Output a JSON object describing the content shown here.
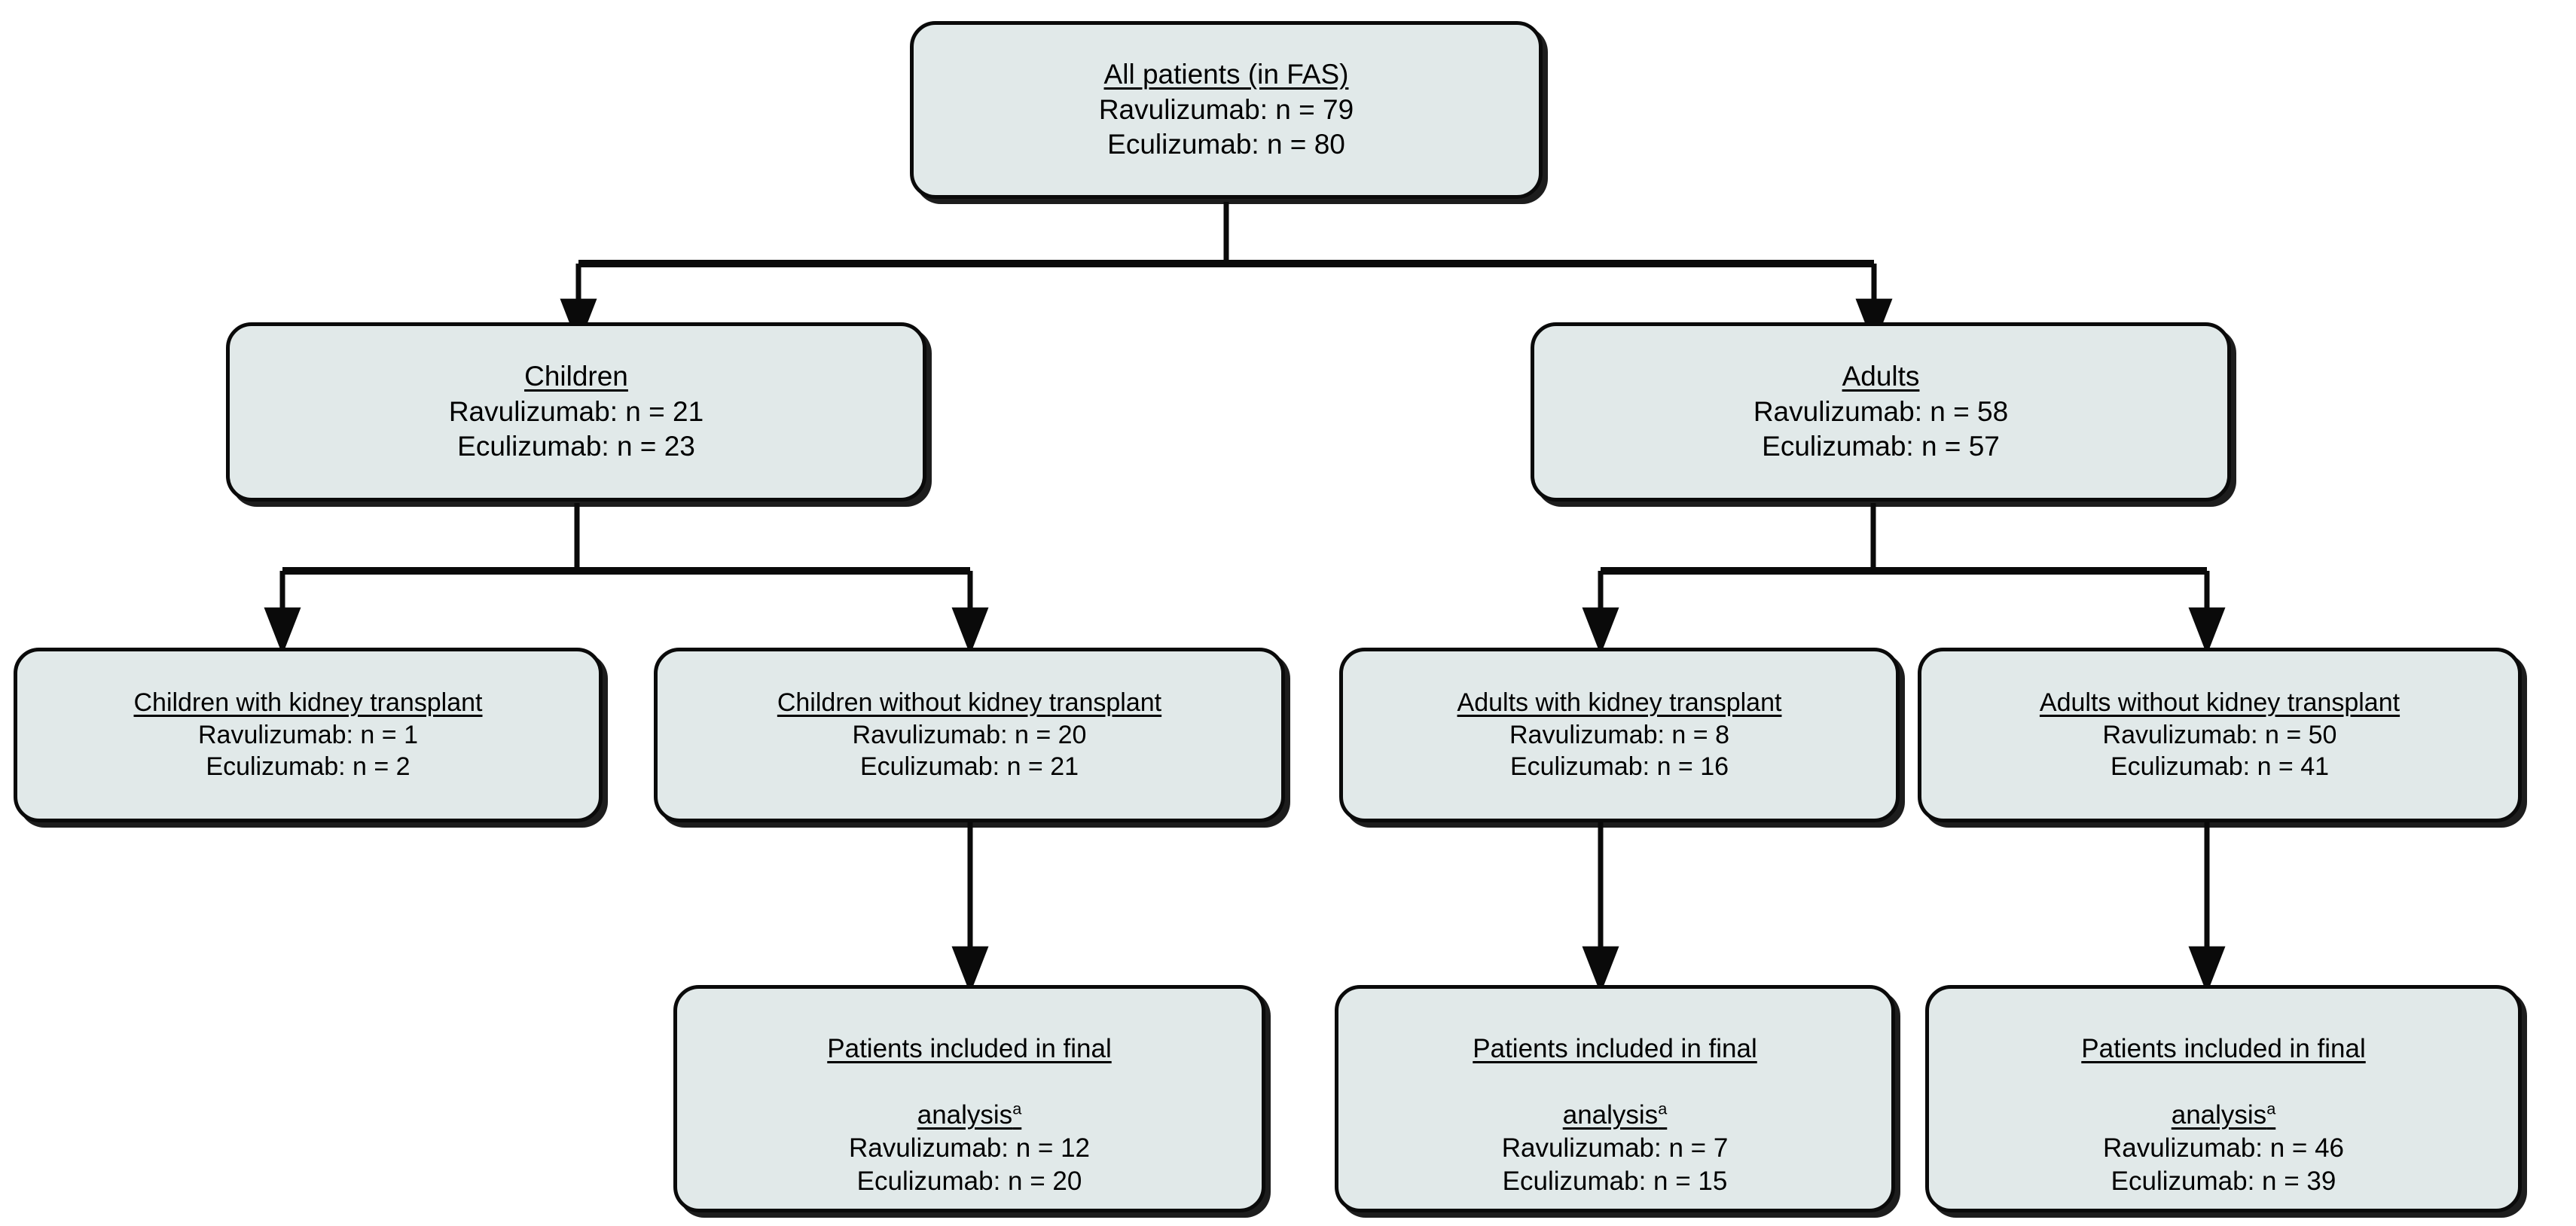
{
  "figure": {
    "type": "flowchart",
    "orientation": "top-down",
    "background_color": "#ffffff",
    "node_fill_color": "#e1e9e9",
    "node_border_color": "#0a0a0a",
    "connector_color": "#0a0a0a",
    "arm_labels": {
      "ravulizumab": "Ravulizumab",
      "eculizumab": "Eculizumab"
    }
  },
  "nodes": {
    "all_patients": {
      "id": "all-patients",
      "title": "All patients (in FAS)",
      "title_underlined": true,
      "ravulizumab": "Ravulizumab: n = 79",
      "eculizumab": "Eculizumab: n = 80",
      "ravulizumab_n": 79,
      "eculizumab_n": 80,
      "level": 0
    },
    "children": {
      "id": "children",
      "title": "Children",
      "title_underlined": true,
      "ravulizumab": "Ravulizumab: n = 21",
      "eculizumab": "Eculizumab: n = 23",
      "ravulizumab_n": 21,
      "eculizumab_n": 23,
      "level": 1
    },
    "adults": {
      "id": "adults",
      "title": "Adults",
      "title_underlined": true,
      "ravulizumab": "Ravulizumab: n = 58",
      "eculizumab": "Eculizumab: n = 57",
      "ravulizumab_n": 58,
      "eculizumab_n": 57,
      "level": 1
    },
    "children_with_transplant": {
      "id": "children-with-kidney-transplant",
      "title": "Children with kidney transplant",
      "title_underlined": true,
      "ravulizumab": "Ravulizumab: n = 1",
      "eculizumab": "Eculizumab: n = 2",
      "ravulizumab_n": 1,
      "eculizumab_n": 2,
      "level": 2
    },
    "children_without_transplant": {
      "id": "children-without-kidney-transplant",
      "title": "Children without kidney transplant",
      "title_underlined": true,
      "ravulizumab": "Ravulizumab: n = 20",
      "eculizumab": "Eculizumab: n = 21",
      "ravulizumab_n": 20,
      "eculizumab_n": 21,
      "level": 2
    },
    "adults_with_transplant": {
      "id": "adults-with-kidney-transplant",
      "title": "Adults with kidney transplant",
      "title_underlined": true,
      "ravulizumab": "Ravulizumab: n = 8",
      "eculizumab": "Eculizumab: n = 16",
      "ravulizumab_n": 8,
      "eculizumab_n": 16,
      "level": 2
    },
    "adults_without_transplant": {
      "id": "adults-without-kidney-transplant",
      "title": "Adults without kidney transplant",
      "title_underlined": true,
      "ravulizumab": "Ravulizumab: n = 50",
      "eculizumab": "Eculizumab: n = 41",
      "ravulizumab_n": 50,
      "eculizumab_n": 41,
      "level": 2
    },
    "final_children_without": {
      "id": "final-analysis-children-without-transplant",
      "title_line1": "Patients included in final",
      "title_line2": "analysis",
      "title_superscript": "a",
      "title_underlined": true,
      "ravulizumab": "Ravulizumab: n = 12",
      "eculizumab": "Eculizumab: n = 20",
      "ravulizumab_n": 12,
      "eculizumab_n": 20,
      "level": 3
    },
    "final_adults_with": {
      "id": "final-analysis-adults-with-transplant",
      "title_line1": "Patients included in final",
      "title_line2": "analysis",
      "title_superscript": "a",
      "title_underlined": true,
      "ravulizumab": "Ravulizumab: n = 7",
      "eculizumab": "Eculizumab: n = 15",
      "ravulizumab_n": 7,
      "eculizumab_n": 15,
      "level": 3
    },
    "final_adults_without": {
      "id": "final-analysis-adults-without-transplant",
      "title_line1": "Patients included in final",
      "title_line2": "analysis",
      "title_superscript": "a",
      "title_underlined": true,
      "ravulizumab": "Ravulizumab: n = 46",
      "eculizumab": "Eculizumab: n = 39",
      "ravulizumab_n": 46,
      "eculizumab_n": 39,
      "level": 3
    }
  },
  "edges": [
    {
      "from": "all_patients",
      "to": "children",
      "style": "elbow-arrow"
    },
    {
      "from": "all_patients",
      "to": "adults",
      "style": "elbow-arrow"
    },
    {
      "from": "children",
      "to": "children_with_transplant",
      "style": "elbow-arrow"
    },
    {
      "from": "children",
      "to": "children_without_transplant",
      "style": "elbow-arrow"
    },
    {
      "from": "adults",
      "to": "adults_with_transplant",
      "style": "elbow-arrow"
    },
    {
      "from": "adults",
      "to": "adults_without_transplant",
      "style": "elbow-arrow"
    },
    {
      "from": "children_without_transplant",
      "to": "final_children_without",
      "style": "straight-arrow"
    },
    {
      "from": "adults_with_transplant",
      "to": "final_adults_with",
      "style": "straight-arrow"
    },
    {
      "from": "adults_without_transplant",
      "to": "final_adults_without",
      "style": "straight-arrow"
    }
  ]
}
